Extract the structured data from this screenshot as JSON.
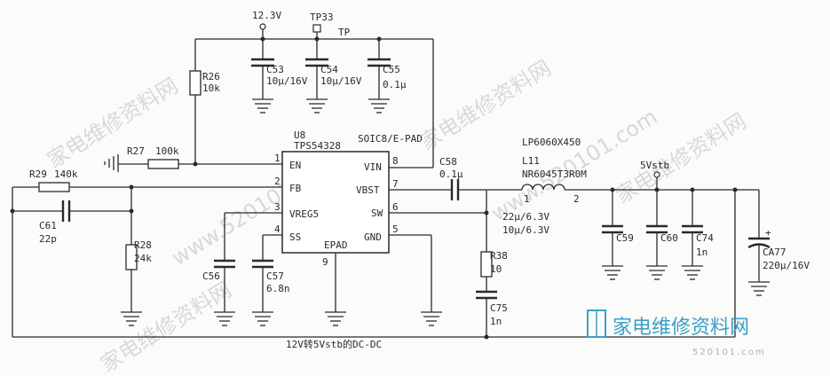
{
  "supply": {
    "v123": "12.3V",
    "tp33": "TP33",
    "tp": "TP"
  },
  "caps_top": {
    "c53": "C53",
    "c53v": "10μ/16V",
    "c54": "C54",
    "c54v": "10μ/16V",
    "c55": "C55",
    "c55v": "0.1μ"
  },
  "resistors": {
    "r26": "R26",
    "r26v": "10k",
    "r27": "R27",
    "r27v": "100k",
    "r29": "R29",
    "r29v": "140k",
    "r28": "R28",
    "r28v": "24k",
    "r38": "R38",
    "r38v": "10"
  },
  "ic": {
    "ref": "U8",
    "part": "TPS54328",
    "package": "SOIC8/E-PAD",
    "pins": [
      {
        "num": "1",
        "name": "EN"
      },
      {
        "num": "2",
        "name": "FB"
      },
      {
        "num": "3",
        "name": "VREG5"
      },
      {
        "num": "4",
        "name": "SS"
      },
      {
        "num": "8",
        "name": "VIN"
      },
      {
        "num": "7",
        "name": "VBST"
      },
      {
        "num": "6",
        "name": "SW"
      },
      {
        "num": "5",
        "name": "GND"
      }
    ],
    "epad": "EPAD",
    "epad_num": "9"
  },
  "caps_misc": {
    "c61": "C61",
    "c61v": "22p",
    "c56": "C56",
    "c57": "C57",
    "c57v": "6.8n",
    "c58": "C58",
    "c58v": "0.1μ",
    "c75": "C75",
    "c75v": "1n"
  },
  "inductor": {
    "lp": "LP6060X450",
    "ref": "L11",
    "part": "NR6045T3R0M",
    "p1": "1",
    "p2": "2"
  },
  "output": {
    "rail": "5Vstb",
    "sw_caps1": "22μ/6.3V",
    "sw_caps2": "10μ/6.3V",
    "c59": "C59",
    "c60": "C60",
    "c74": "C74",
    "c74v": "1n",
    "ca77": "CA77",
    "ca77v": "220μ/16V",
    "plus": "+"
  },
  "caption": "12V转5Vstb的DC-DC",
  "watermarks": [
    "家电维修资料网",
    "www.520101.com"
  ],
  "logo": {
    "text": "家电维修资料网",
    "url": "520101.com"
  }
}
